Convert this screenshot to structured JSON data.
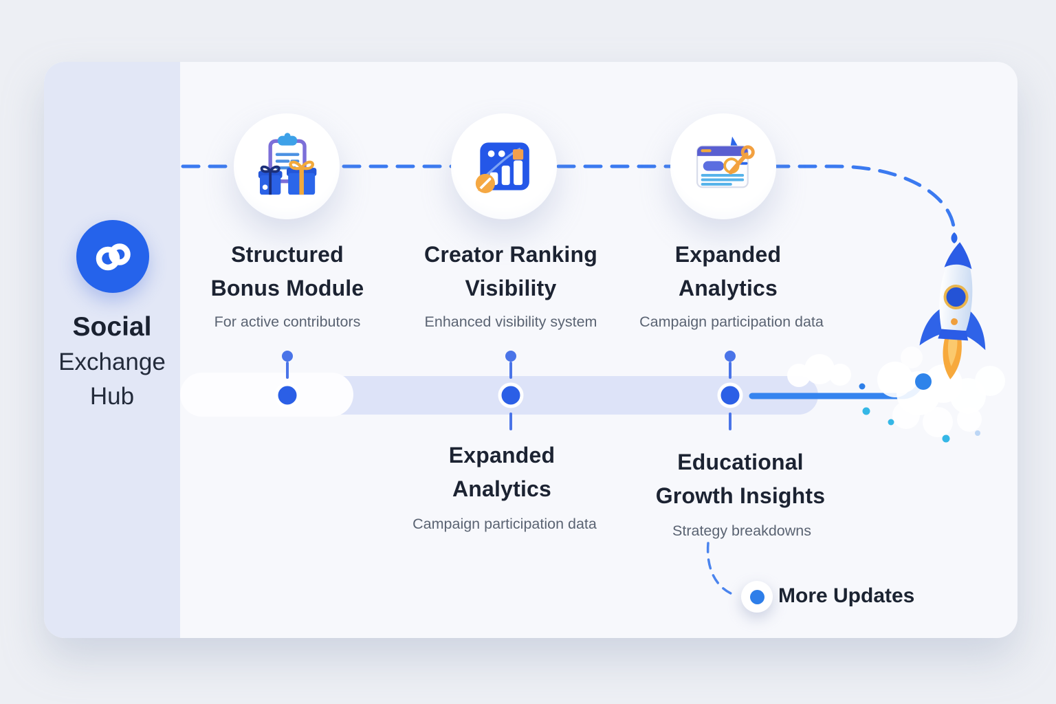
{
  "brand": {
    "line1": "Social",
    "line2": "Exchange",
    "line3": "Hub",
    "logo_icon": "linked-rings-icon",
    "logo_color": "#2563eb"
  },
  "timeline": {
    "top_milestones": [
      {
        "title": "Structured Bonus Module",
        "subtitle": "For active contributors",
        "icon": "clipboard-gifts-icon"
      },
      {
        "title": "Creator Ranking Visibility",
        "subtitle": "Enhanced visibility system",
        "icon": "bar-chart-growth-icon"
      },
      {
        "title": "Expanded Analytics",
        "subtitle": "Campaign participation data",
        "icon": "webpage-audit-icon"
      }
    ],
    "bottom_milestones": [
      {
        "title": "Expanded Analytics",
        "subtitle": "Campaign participation data"
      },
      {
        "title": "Educational Growth Insights",
        "subtitle": "Strategy breakdowns"
      }
    ],
    "more_updates_label": "More Updates",
    "end_icon": "rocket-icon"
  },
  "colors": {
    "accent_blue": "#2b5fe6",
    "dashed_line_blue": "#3b7af0",
    "track_lavender": "#dde3f8",
    "track_line_start": "#97a5ee",
    "track_line_end": "#3584ef",
    "title_navy": "#1c2332",
    "subtitle_gray": "#5a6372",
    "sidebar_bg": "#e2e7f6",
    "flame_orange": "#f7a93c"
  }
}
